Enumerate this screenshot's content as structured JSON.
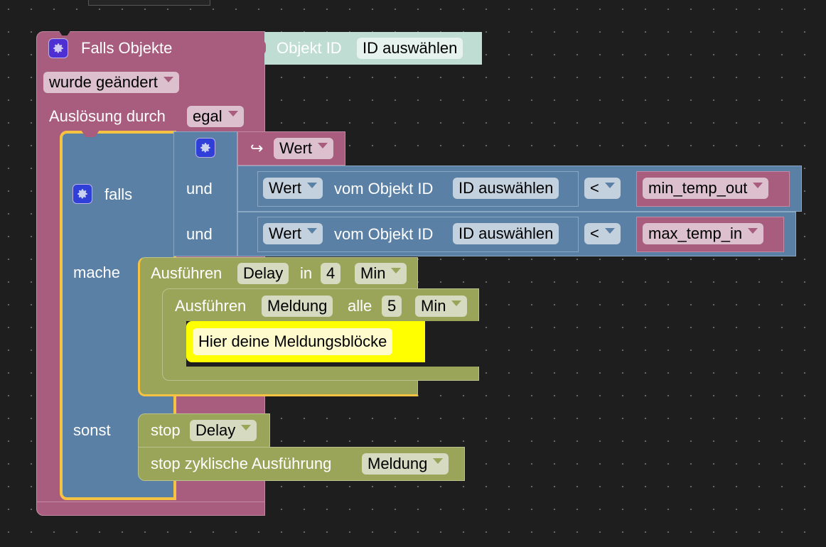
{
  "workspace": {
    "background_color": "#1e1e1e",
    "grid_dot_color": "#6a6a6a"
  },
  "colors": {
    "trigger_block": "#a85c7e",
    "logic_block": "#5b80a5",
    "timer_block": "#9aa55a",
    "object_id_block": "#c0ddd3",
    "selection_highlight": "#f5c242",
    "comment_highlight": "#ffff00",
    "gear_button": "#3b3bd6"
  },
  "trigger": {
    "title": "Falls Objekte",
    "condition_dropdown": "wurde geändert",
    "trigger_by_label": "Auslösung durch",
    "trigger_by_dropdown": "egal",
    "object_id": {
      "label": "Objekt ID",
      "value": "ID auswählen"
    }
  },
  "if_block": {
    "if_label": "falls",
    "do_label": "mache",
    "else_label": "sonst",
    "condition": {
      "value_arrow": "↪",
      "value_dropdown": "Wert",
      "rows": [
        {
          "joiner": "und",
          "property_dropdown": "Wert",
          "of_object_label": "vom Objekt ID",
          "object_id": "ID auswählen",
          "operator": "<",
          "variable": "min_temp_out"
        },
        {
          "joiner": "und",
          "property_dropdown": "Wert",
          "of_object_label": "vom Objekt ID",
          "object_id": "ID auswählen",
          "operator": "<",
          "variable": "max_temp_in"
        }
      ]
    }
  },
  "timeout_block": {
    "label": "Ausführen",
    "name": "Delay",
    "in_label": "in",
    "value": "4",
    "unit": "Min"
  },
  "interval_block": {
    "label": "Ausführen",
    "name": "Meldung",
    "every_label": "alle",
    "value": "5",
    "unit": "Min",
    "placeholder": "Hier deine Meldungsblöcke"
  },
  "else_blocks": {
    "stop_timeout": {
      "label": "stop",
      "name": "Delay"
    },
    "stop_interval": {
      "label": "stop zyklische Ausführung",
      "name": "Meldung"
    }
  }
}
